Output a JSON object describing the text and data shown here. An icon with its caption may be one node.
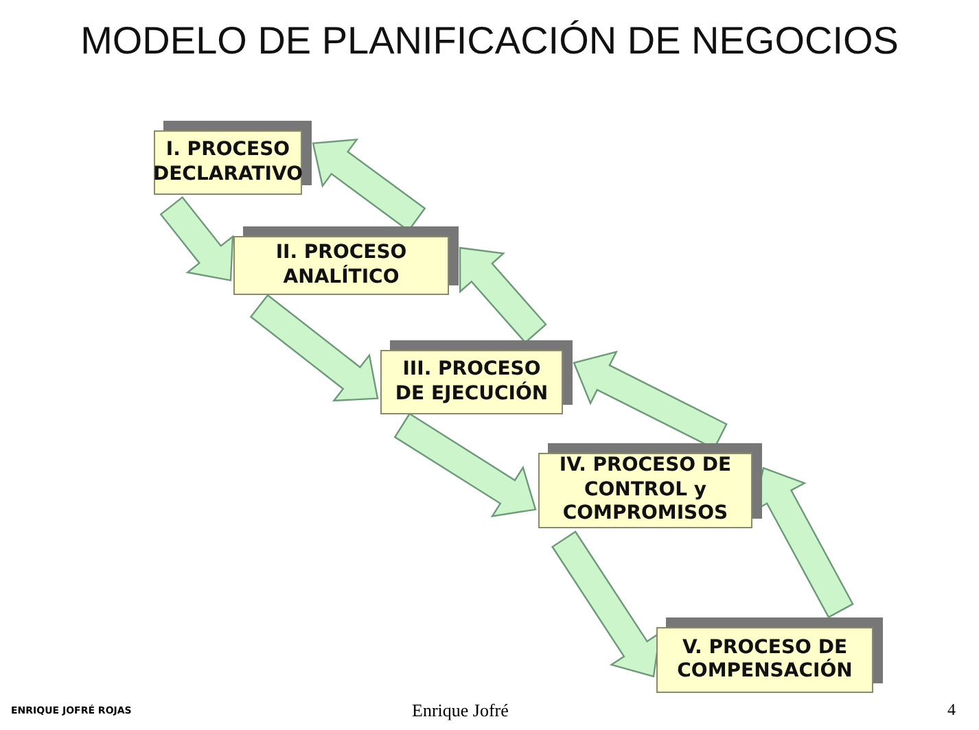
{
  "diagram": {
    "title": "MODELO DE PLANIFICACIÓN DE NEGOCIOS",
    "nodes": [
      {
        "text": [
          "I. PROCESO DECLARATIVO"
        ]
      },
      {
        "text": [
          "II. PROCESO ANALÍTICO"
        ]
      },
      {
        "text": [
          "III. PROCESO DE EJECUCIÓN"
        ]
      },
      {
        "text": [
          "IV. PROCESO DE CONTROL y COMPROMISOS"
        ]
      },
      {
        "text": [
          "V. PROCESO DE COMPENSACIÓN"
        ]
      }
    ],
    "edges": [
      {
        "from": 0,
        "to": 1,
        "arrow": "to"
      },
      {
        "from": 1,
        "to": 0,
        "arrow": "to"
      },
      {
        "from": 1,
        "to": 2,
        "arrow": "to"
      },
      {
        "from": 2,
        "to": 1,
        "arrow": "to"
      },
      {
        "from": 2,
        "to": 3,
        "arrow": "to"
      },
      {
        "from": 3,
        "to": 2,
        "arrow": "to"
      },
      {
        "from": 3,
        "to": 4,
        "arrow": "to"
      },
      {
        "from": 4,
        "to": 3,
        "arrow": "to"
      }
    ],
    "labels": [
      "ENRIQUE JOFRÉ ROJAS",
      "Enrique Jofré",
      "4"
    ]
  }
}
